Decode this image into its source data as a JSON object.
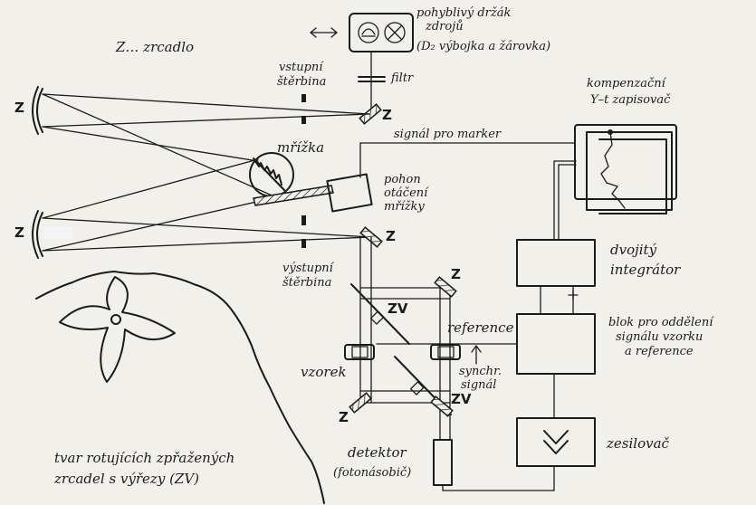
{
  "labels": {
    "z_legend": "Z… zrcadlo",
    "source_holder": [
      "pohyblivý držák",
      "zdrojů",
      "(D₂ výbojka a žárovka)"
    ],
    "filter": "filtr",
    "entrance_slit": [
      "vstupní",
      "štěrbina"
    ],
    "grating": "mřížka",
    "grating_drive": [
      "pohon",
      "otáčení",
      "mřížky"
    ],
    "exit_slit": [
      "výstupní",
      "štěrbina"
    ],
    "marker_signal": "signál pro marker",
    "recorder": [
      "kompenzační",
      "Y–t zapisovač"
    ],
    "integrator": [
      "dvojitý",
      "integrátor"
    ],
    "separation_block": [
      "blok pro oddělení",
      "signálu vzorku",
      "a reference"
    ],
    "reference": "reference",
    "sample": "vzorek",
    "sync_signal": [
      "synchr.",
      "signál"
    ],
    "amplifier": "zesilovač",
    "detector": [
      "detektor",
      "(fotonásobič)"
    ],
    "zv": "ZV",
    "mirror_z": "Z",
    "shape_caption": [
      "tvar rotujících zpřažených",
      "zrcadel s výřezy (ZV)"
    ]
  }
}
